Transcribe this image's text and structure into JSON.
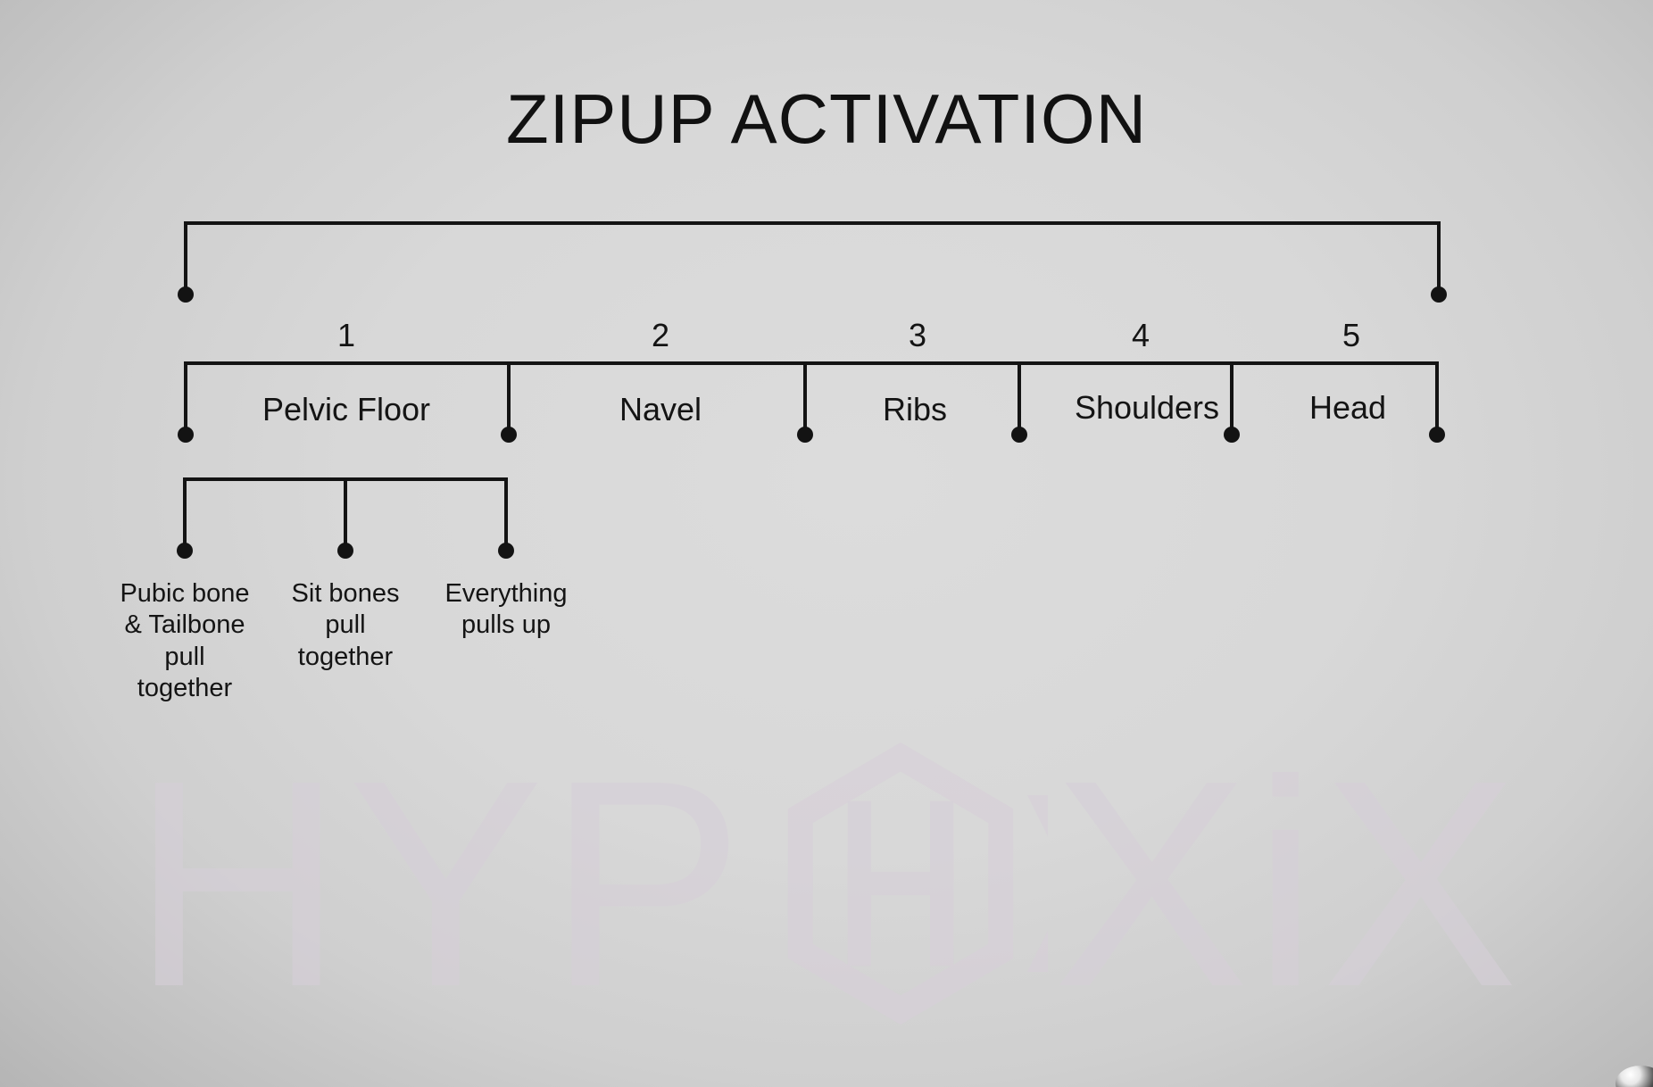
{
  "slide": {
    "title": "ZIPUP ACTIVATION",
    "background_color": "#d4d4d4"
  },
  "watermark": {
    "text_left": "HYP",
    "text_right": "XiX",
    "logo_name": "hexagon-h-logo",
    "color": "#d6cfd8"
  },
  "diagram": {
    "top_bracket": {
      "name": "overall-span-bracket"
    },
    "levels": [
      {
        "name": "main-sequence",
        "numbers": [
          "1",
          "2",
          "3",
          "4",
          "5"
        ],
        "segments": [
          {
            "number": "1",
            "label": "Pelvic Floor"
          },
          {
            "number": "2",
            "label": "Navel"
          },
          {
            "number": "3",
            "label": "Ribs"
          },
          {
            "number": "4",
            "label": "Shoulders"
          },
          {
            "number": "5",
            "label": "Head"
          }
        ]
      },
      {
        "name": "pelvic-floor-detail",
        "parent": "Pelvic Floor",
        "items": [
          {
            "label": "Pubic bone\n& Tailbone\npull\ntogether"
          },
          {
            "label": "Sit bones\npull\ntogether"
          },
          {
            "label": "Everything\npulls up"
          }
        ]
      }
    ]
  }
}
